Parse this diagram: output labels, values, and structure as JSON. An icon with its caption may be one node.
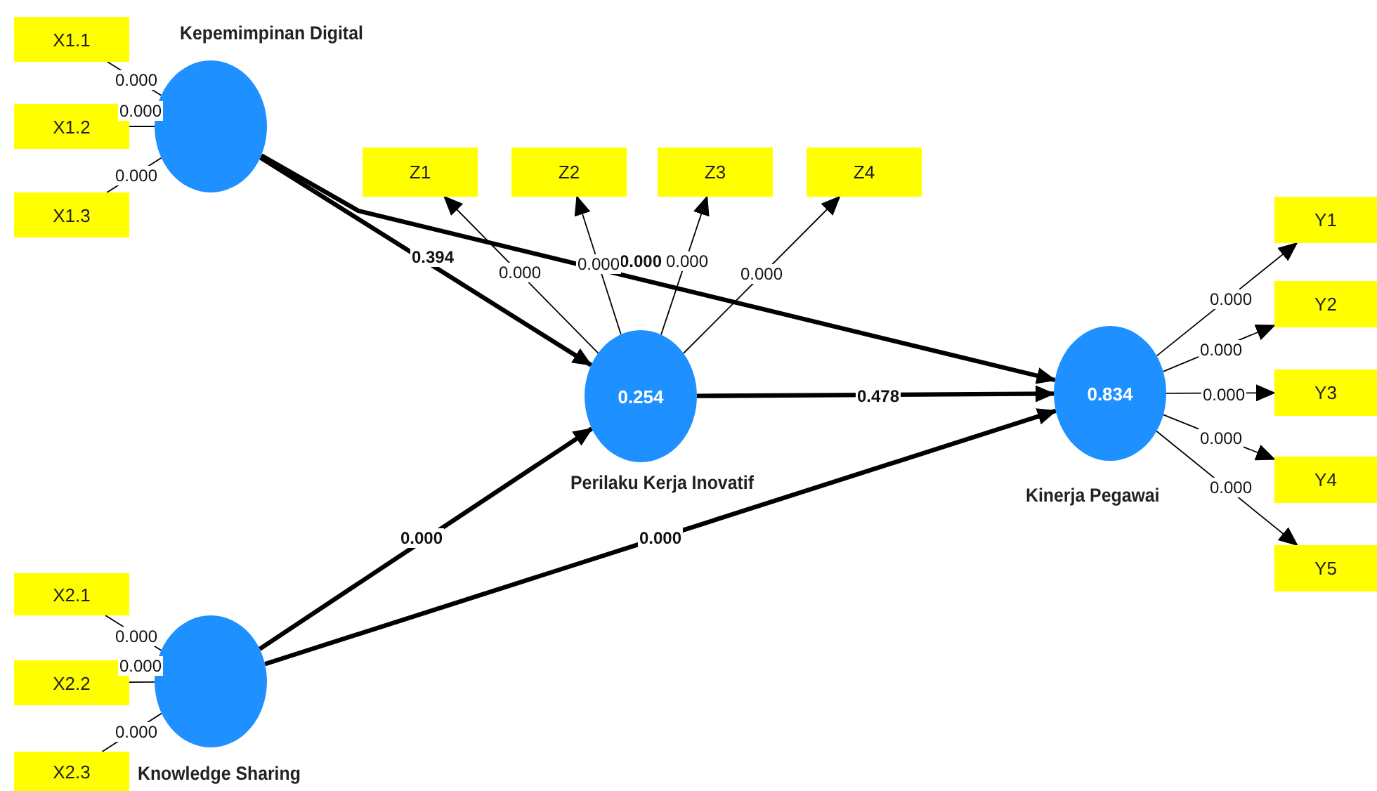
{
  "diagram": {
    "nodes": [
      {
        "text": [
          "X1.1"
        ]
      },
      {
        "text": [
          "X1.2"
        ]
      },
      {
        "text": [
          "X1.3"
        ]
      },
      {
        "text": [
          "Kepemimpinan Digital"
        ]
      },
      {
        "text": [
          "Z1"
        ]
      },
      {
        "text": [
          "Z2"
        ]
      },
      {
        "text": [
          "Z3"
        ]
      },
      {
        "text": [
          "Z4"
        ]
      },
      {
        "text": [
          "0.254",
          "Perilaku Kerja Inovatif"
        ]
      },
      {
        "text": [
          "0.834",
          "Kinerja Pegawai"
        ]
      },
      {
        "text": [
          "Y1"
        ]
      },
      {
        "text": [
          "Y2"
        ]
      },
      {
        "text": [
          "Y3"
        ]
      },
      {
        "text": [
          "Y4"
        ]
      },
      {
        "text": [
          "Y5"
        ]
      },
      {
        "text": [
          "X2.1"
        ]
      },
      {
        "text": [
          "X2.2"
        ]
      },
      {
        "text": [
          "X2.3"
        ]
      },
      {
        "text": [
          "Knowledge Sharing"
        ]
      }
    ],
    "edges": [
      {
        "from": 3,
        "to": 0,
        "arrow": "none",
        "label": "0.000"
      },
      {
        "from": 3,
        "to": 1,
        "arrow": "none",
        "label": "0.000"
      },
      {
        "from": 3,
        "to": 2,
        "arrow": "none",
        "label": "0.000"
      },
      {
        "from": 3,
        "to": 8,
        "arrow": "to",
        "label": "0.394",
        "style": "thick"
      },
      {
        "from": 3,
        "to": 9,
        "arrow": "to",
        "label": "0.000",
        "style": "thick"
      },
      {
        "from": 8,
        "to": 4,
        "arrow": "to",
        "label": "0.000"
      },
      {
        "from": 8,
        "to": 5,
        "arrow": "to",
        "label": "0.000"
      },
      {
        "from": 8,
        "to": 6,
        "arrow": "to",
        "label": "0.000"
      },
      {
        "from": 8,
        "to": 7,
        "arrow": "to",
        "label": "0.000"
      },
      {
        "from": 8,
        "to": 9,
        "arrow": "to",
        "label": "0.478",
        "style": "thick"
      },
      {
        "from": 9,
        "to": 10,
        "arrow": "to",
        "label": "0.000"
      },
      {
        "from": 9,
        "to": 11,
        "arrow": "to",
        "label": "0.000"
      },
      {
        "from": 9,
        "to": 12,
        "arrow": "to",
        "label": "0.000"
      },
      {
        "from": 9,
        "to": 13,
        "arrow": "to",
        "label": "0.000"
      },
      {
        "from": 9,
        "to": 14,
        "arrow": "to",
        "label": "0.000"
      },
      {
        "from": 18,
        "to": 8,
        "arrow": "to",
        "label": "0.000",
        "style": "thick"
      },
      {
        "from": 18,
        "to": 9,
        "arrow": "to",
        "label": "0.000",
        "style": "thick"
      },
      {
        "from": 18,
        "to": 15,
        "arrow": "none",
        "label": "0.000"
      },
      {
        "from": 18,
        "to": 16,
        "arrow": "none",
        "label": "0.000"
      },
      {
        "from": 18,
        "to": 17,
        "arrow": "none",
        "label": "0.000"
      }
    ]
  }
}
